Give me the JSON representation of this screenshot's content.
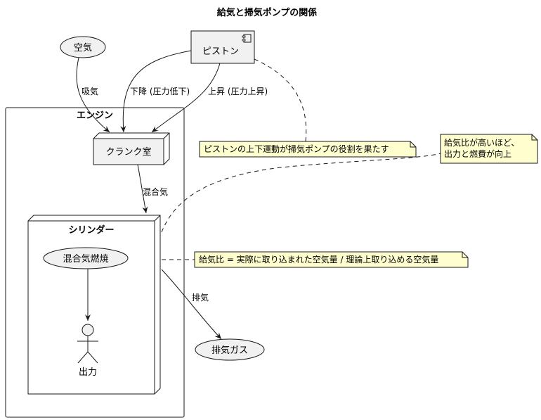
{
  "title": "給気と掃気ポンプの関係",
  "nodes": {
    "air": "空気",
    "piston": "ピストン",
    "engine": "エンジン",
    "crank": "クランク室",
    "cylinder": "シリンダー",
    "combustion": "混合気燃焼",
    "output": "出力",
    "exhaust_gas": "排気ガス"
  },
  "edges": {
    "intake": "吸気",
    "down": "下降 (圧力低下)",
    "up": "上昇 (圧力上昇)",
    "mixture": "混合気",
    "exhaust": "排気"
  },
  "notes": {
    "piston_role": "ピストンの上下運動が掃気ポンプの役割を果たす",
    "high_ratio_line1": "給気比が高いほど、",
    "high_ratio_line2": "出力と燃費が向上",
    "ratio_def": "給気比 = 実際に取り込まれた空気量 / 理論上取り込める空気量"
  },
  "colors": {
    "node_fill": "#f1f1f1",
    "note_fill": "#fefece",
    "stroke": "#181818"
  }
}
